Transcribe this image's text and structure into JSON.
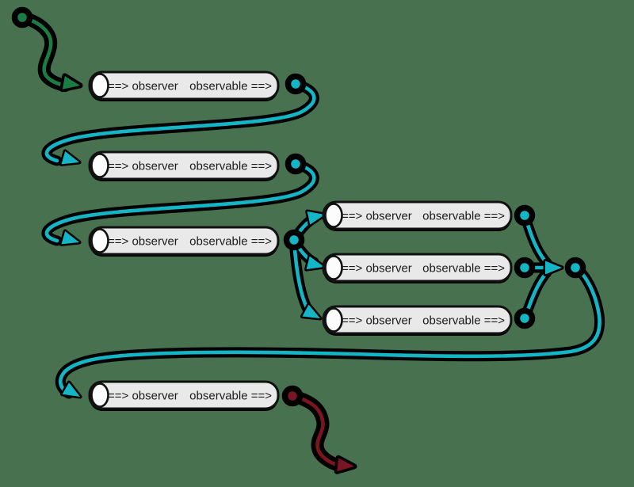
{
  "diagram": {
    "colors": {
      "background": "#47714F",
      "stream": "#14B6C6",
      "source": "#1B7D45",
      "sink": "#7A1522",
      "outline": "#000000",
      "pipe_fill": "#E9E9E9",
      "pipe_cap": "#FCFCFC",
      "pipe_border": "#111111",
      "label": "#1B1B1B"
    },
    "pipes": [
      {
        "left_label": "==> observer",
        "right_label": "observable ==>"
      },
      {
        "left_label": "==> observer",
        "right_label": "observable ==>"
      },
      {
        "left_label": "==> observer",
        "right_label": "observable ==>"
      },
      {
        "left_label": "==> observer",
        "right_label": "observable ==>"
      },
      {
        "left_label": "==> observer",
        "right_label": "observable ==>"
      },
      {
        "left_label": "==> observer",
        "right_label": "observable ==>"
      },
      {
        "left_label": "==> observer",
        "right_label": "observable ==>"
      }
    ]
  }
}
